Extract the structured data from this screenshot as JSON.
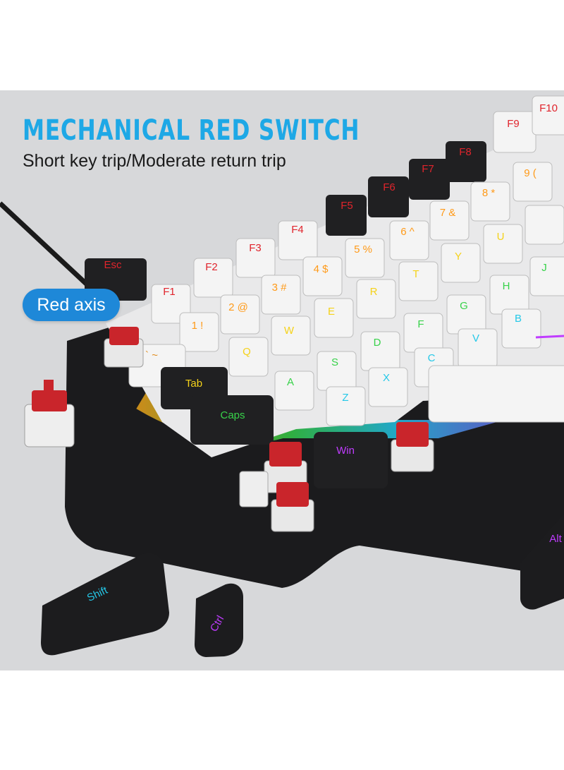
{
  "colors": {
    "headline": "#1ea8e6",
    "badge": "#1e88d8",
    "background": "#d7d8da",
    "case": "#1b1b1d",
    "white_key": "#f4f4f4",
    "black_key": "#202022",
    "red_legend": "#e0242c",
    "switch_stem": "#c9252b"
  },
  "headline": "MECHANICAL RED SWITCH",
  "subline": "Short key trip/Moderate return trip",
  "badge": "Red axis",
  "keys": {
    "esc": "Esc",
    "f1": "F1",
    "f2": "F2",
    "f3": "F3",
    "f4": "F4",
    "f5": "F5",
    "f6": "F6",
    "f7": "F7",
    "f8": "F8",
    "f9": "F9",
    "f10": "F10",
    "n1": "1 !",
    "n2": "2 @",
    "n3": "3 #",
    "n4": "4 $",
    "n5": "5 %",
    "n6": "6 ^",
    "n7": "7 &",
    "n8": "8 *",
    "n9": "9 (",
    "tilde": "` ~",
    "q": "Q",
    "w": "W",
    "e": "E",
    "r": "R",
    "t": "T",
    "y": "Y",
    "u": "U",
    "a": "A",
    "s": "S",
    "d": "D",
    "f": "F",
    "g": "G",
    "h": "H",
    "j": "J",
    "z": "Z",
    "x": "X",
    "c": "C",
    "v": "V",
    "b": "B",
    "tab": "Tab",
    "caps": "Caps",
    "win": "Win",
    "shift": "Shift",
    "ctrl": "Ctrl",
    "alt": "Alt"
  }
}
